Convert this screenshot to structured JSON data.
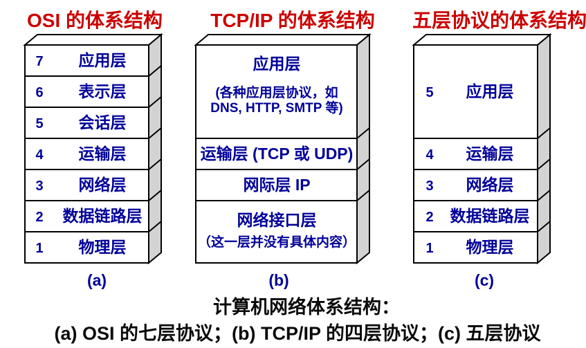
{
  "colors": {
    "heading_red": "#cc0000",
    "text_blue": "#000099",
    "caption_black": "#0a0a0a",
    "box_side_gray": "#d3d3d3",
    "box_face_white": "#ffffff"
  },
  "stacks": [
    {
      "title": "OSI 的体系结构",
      "label": "(a)",
      "layers": [
        {
          "num": "7",
          "name": "应用层"
        },
        {
          "num": "6",
          "name": "表示层"
        },
        {
          "num": "5",
          "name": "会话层"
        },
        {
          "num": "4",
          "name": "运输层"
        },
        {
          "num": "3",
          "name": "网络层"
        },
        {
          "num": "2",
          "name": "数据链路层"
        },
        {
          "num": "1",
          "name": "物理层"
        }
      ]
    },
    {
      "title": "TCP/IP 的体系结构",
      "label": "(b)",
      "layers": [
        {
          "name": "应用层",
          "sub1": "(各种应用层协议，如",
          "sub2": "DNS, HTTP, SMTP 等)"
        },
        {
          "name": "运输层 (TCP 或 UDP)"
        },
        {
          "name": "网际层 IP"
        },
        {
          "name": "网络接口层",
          "sub1": "（这一层并没有具体内容）"
        }
      ]
    },
    {
      "title": "五层协议的体系结构",
      "label": "(c)",
      "layers": [
        {
          "num": "5",
          "name": "应用层"
        },
        {
          "num": "4",
          "name": "运输层"
        },
        {
          "num": "3",
          "name": "网络层"
        },
        {
          "num": "2",
          "name": "数据链路层"
        },
        {
          "num": "1",
          "name": "物理层"
        }
      ]
    }
  ],
  "footer": {
    "line1": "计算机网络体系结构：",
    "line2": "(a) OSI 的七层协议；(b) TCP/IP 的四层协议；(c) 五层协议"
  }
}
